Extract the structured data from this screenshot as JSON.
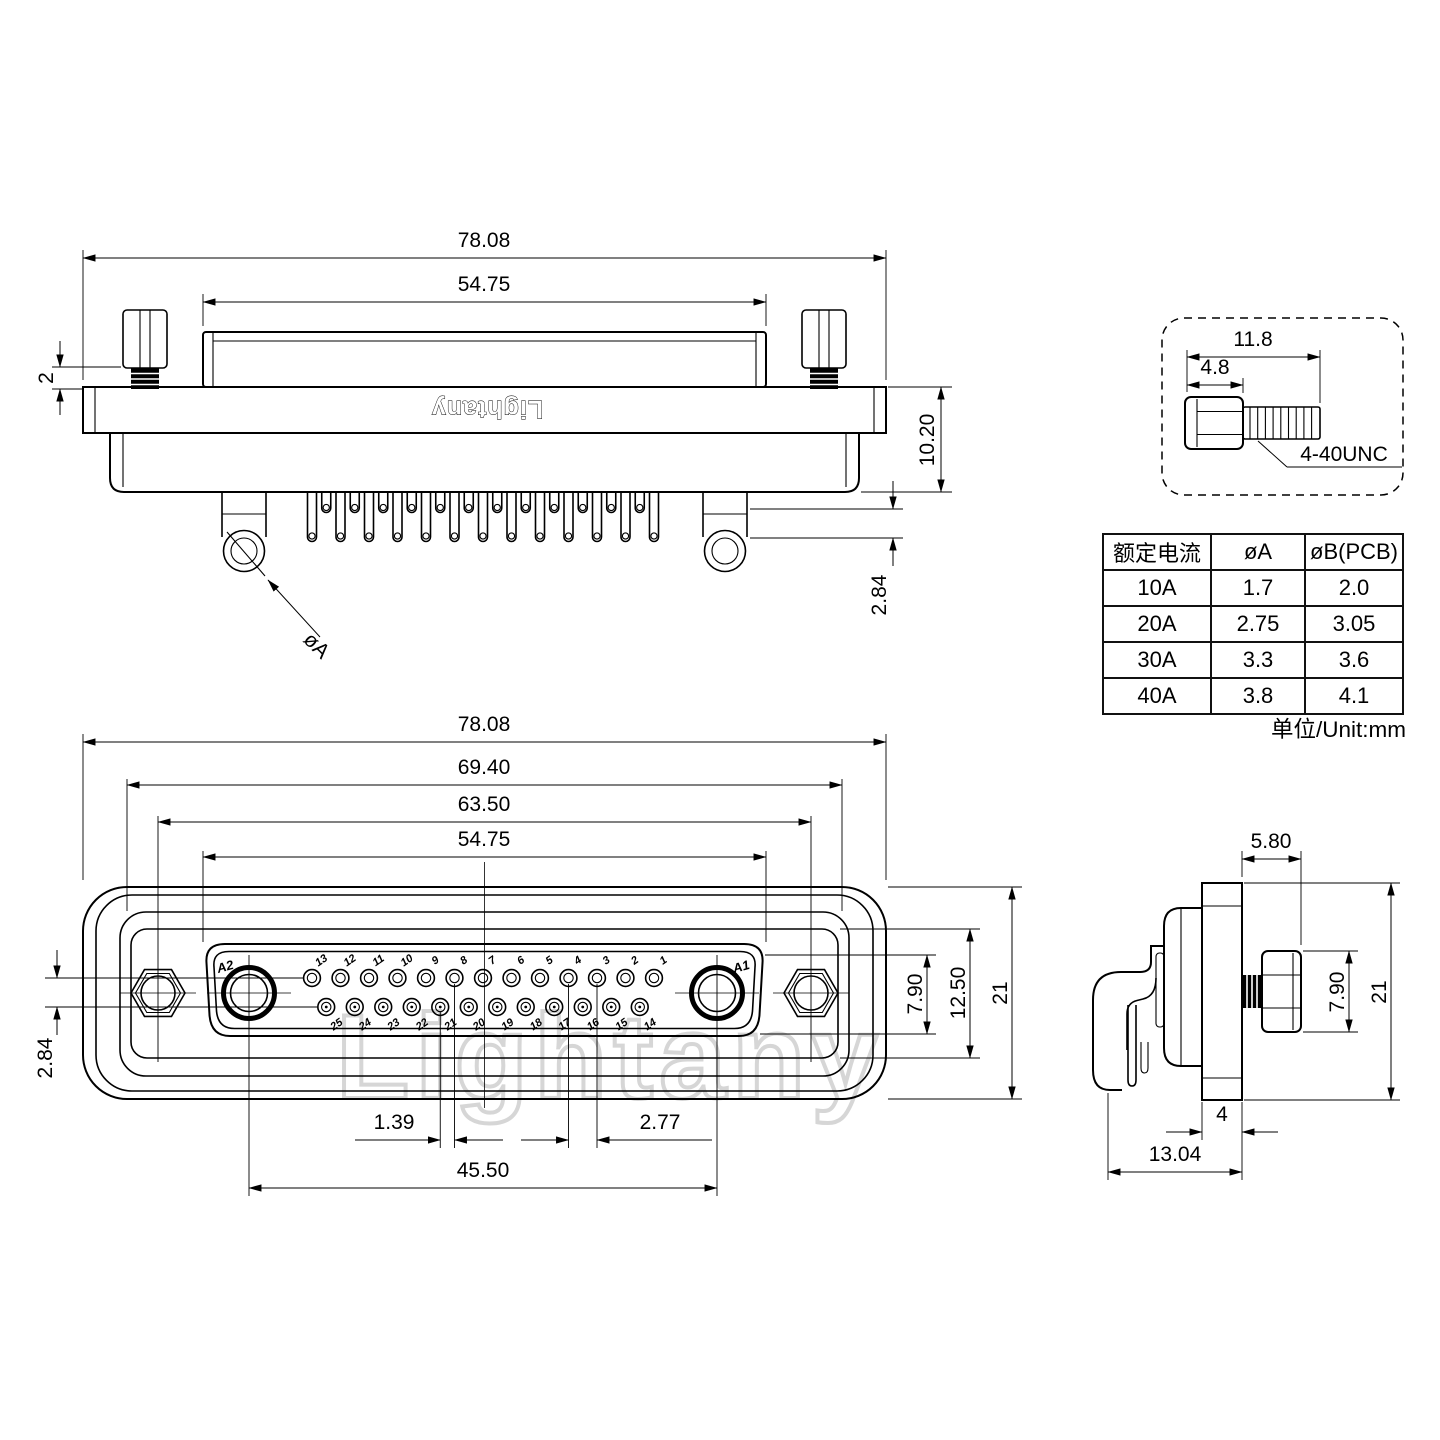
{
  "brand": "Lightany",
  "watermark": "Lightany",
  "top_view": {
    "dim_overall": "78.08",
    "dim_shroud": "54.75",
    "dim_thread": "2",
    "dim_height": "10.20",
    "dim_pin_rows": "2.84",
    "hole_label": "øA"
  },
  "screw_detail": {
    "dim_total": "11.8",
    "dim_head": "4.8",
    "thread_spec": "4-40UNC"
  },
  "spec_table": {
    "headers": [
      "额定电流",
      "øA",
      "øB(PCB)"
    ],
    "rows": [
      [
        "10A",
        "1.7",
        "2.0"
      ],
      [
        "20A",
        "2.75",
        "3.05"
      ],
      [
        "30A",
        "3.3",
        "3.6"
      ],
      [
        "40A",
        "3.8",
        "4.1"
      ]
    ],
    "unit_note": "单位/Unit:mm"
  },
  "front_view": {
    "dim_overall": "78.08",
    "dim_body": "69.40",
    "dim_nut_span": "63.50",
    "dim_shroud": "54.75",
    "dim_row_offset": "2.84",
    "dim_half_pitch": "1.39",
    "dim_pitch": "2.77",
    "dim_contact_span": "45.50",
    "dim_opening_h": "7.90",
    "dim_insert_h": "12.50",
    "dim_height": "21",
    "contact_left": "A2",
    "contact_right": "A1",
    "pins_top": [
      "13",
      "12",
      "11",
      "10",
      "9",
      "8",
      "7",
      "6",
      "5",
      "4",
      "3",
      "2",
      "1"
    ],
    "pins_bottom": [
      "25",
      "24",
      "23",
      "22",
      "21",
      "20",
      "19",
      "18",
      "17",
      "16",
      "15",
      "14"
    ]
  },
  "side_view": {
    "dim_screw": "5.80",
    "dim_head_h": "7.90",
    "dim_height": "21",
    "dim_flange": "4",
    "dim_depth": "13.04"
  }
}
